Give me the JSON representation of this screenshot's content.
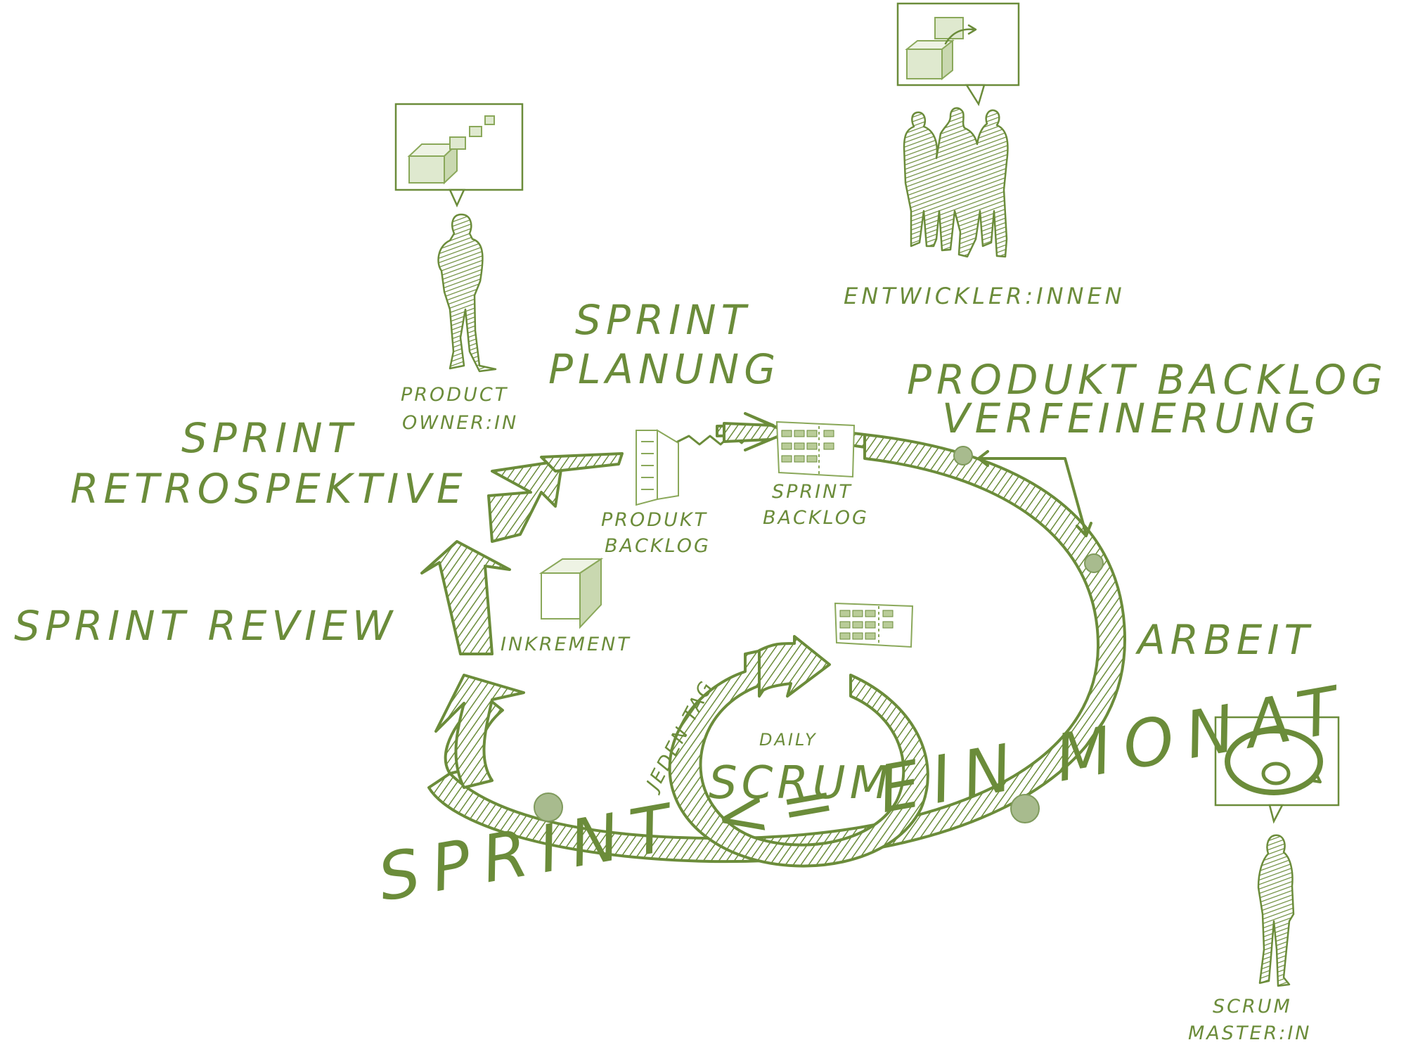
{
  "labels": {
    "sprint_planung_1": "SPRINT",
    "sprint_planung_2": "PLANUNG",
    "product_owner_1": "PRODUCT",
    "product_owner_2": "OWNER:IN",
    "entwickler": "ENTWICKLER:INNEN",
    "refinement_1": "PRODUKT BACKLOG",
    "refinement_2": "VERFEINERUNG",
    "retro_1": "SPRINT",
    "retro_2": "RETROSPEKTIVE",
    "produkt_backlog_1": "PRODUKT",
    "produkt_backlog_2": "BACKLOG",
    "sprint_backlog_1": "SPRINT",
    "sprint_backlog_2": "BACKLOG",
    "sprint_review": "SPRINT REVIEW",
    "inkrement": "INKREMENT",
    "arbeit": "ARBEIT",
    "jeden_tag": "JEDEN TAG",
    "daily": "DAILY",
    "scrum": "SCRUM",
    "sprint_duration": "SPRINT <= EIN MONAT",
    "scrum_master_1": "SCRUM",
    "scrum_master_2": "MASTER:IN"
  },
  "colors": {
    "ink": "#6b8c3a",
    "light": "#c9d8b0",
    "node": "#a8bb8e"
  },
  "icons": {
    "product_owner": "man-standing-icon",
    "developers": "team-of-three-icon",
    "scrum_master": "woman-standing-icon",
    "increment": "cube-icon",
    "backlog": "list-document-icon"
  }
}
